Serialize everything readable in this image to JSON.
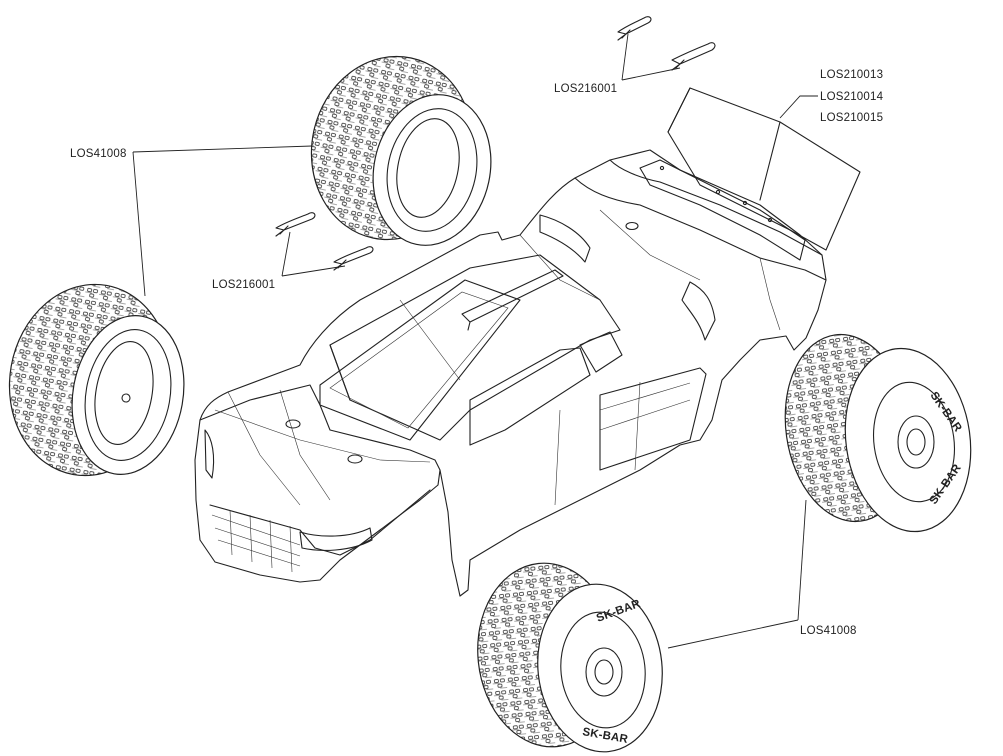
{
  "callouts": {
    "tire_top_left": "LOS41008",
    "clips_top": "LOS216001",
    "wing_line_1": "LOS210013",
    "wing_line_2": "LOS210014",
    "wing_line_3": "LOS210015",
    "clips_left": "LOS216001",
    "tires_right": "LOS41008"
  },
  "tire_sidewall_text": "SK-BAR"
}
